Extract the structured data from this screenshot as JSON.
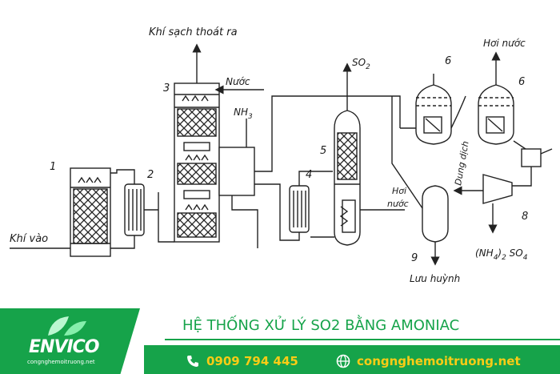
{
  "diagram": {
    "labels": {
      "clean_gas_out": "Khí sạch thoát ra",
      "gas_in": "Khí vào",
      "water": "Nước",
      "nh3_text": "NH",
      "nh3_sub": "3",
      "so2_text": "SO",
      "so2_sub": "2",
      "steam_top": "Hơi nước",
      "steam_mid_1": "Hơi",
      "steam_mid_2": "nước",
      "solution": "Dung dịch",
      "sulfur_storage": "Lưu huỳnh",
      "ammonium_sulfate_pre": "(NH",
      "ammonium_sulfate_sub4": "4",
      "ammonium_sulfate_mid": ")",
      "ammonium_sulfate_sub2": "2",
      "ammonium_sulfate_post": " SO",
      "ammonium_sulfate_sub4b": "4"
    },
    "numbers": {
      "n1": "1",
      "n2": "2",
      "n3": "3",
      "n4": "4",
      "n5": "5",
      "n6a": "6",
      "n6b": "6",
      "n8": "8",
      "n9": "9"
    }
  },
  "footer": {
    "title": "HỆ THỐNG XỬ LÝ SO2 BẰNG AMONIAC",
    "phone": "0909 794 445",
    "website": "congnghemoitruong.net",
    "logo_text": "ENVICO",
    "logo_sub": "congnghemoitruong.net",
    "colors": {
      "brand_green": "#16a34a",
      "accent_yellow": "#facc15"
    }
  }
}
